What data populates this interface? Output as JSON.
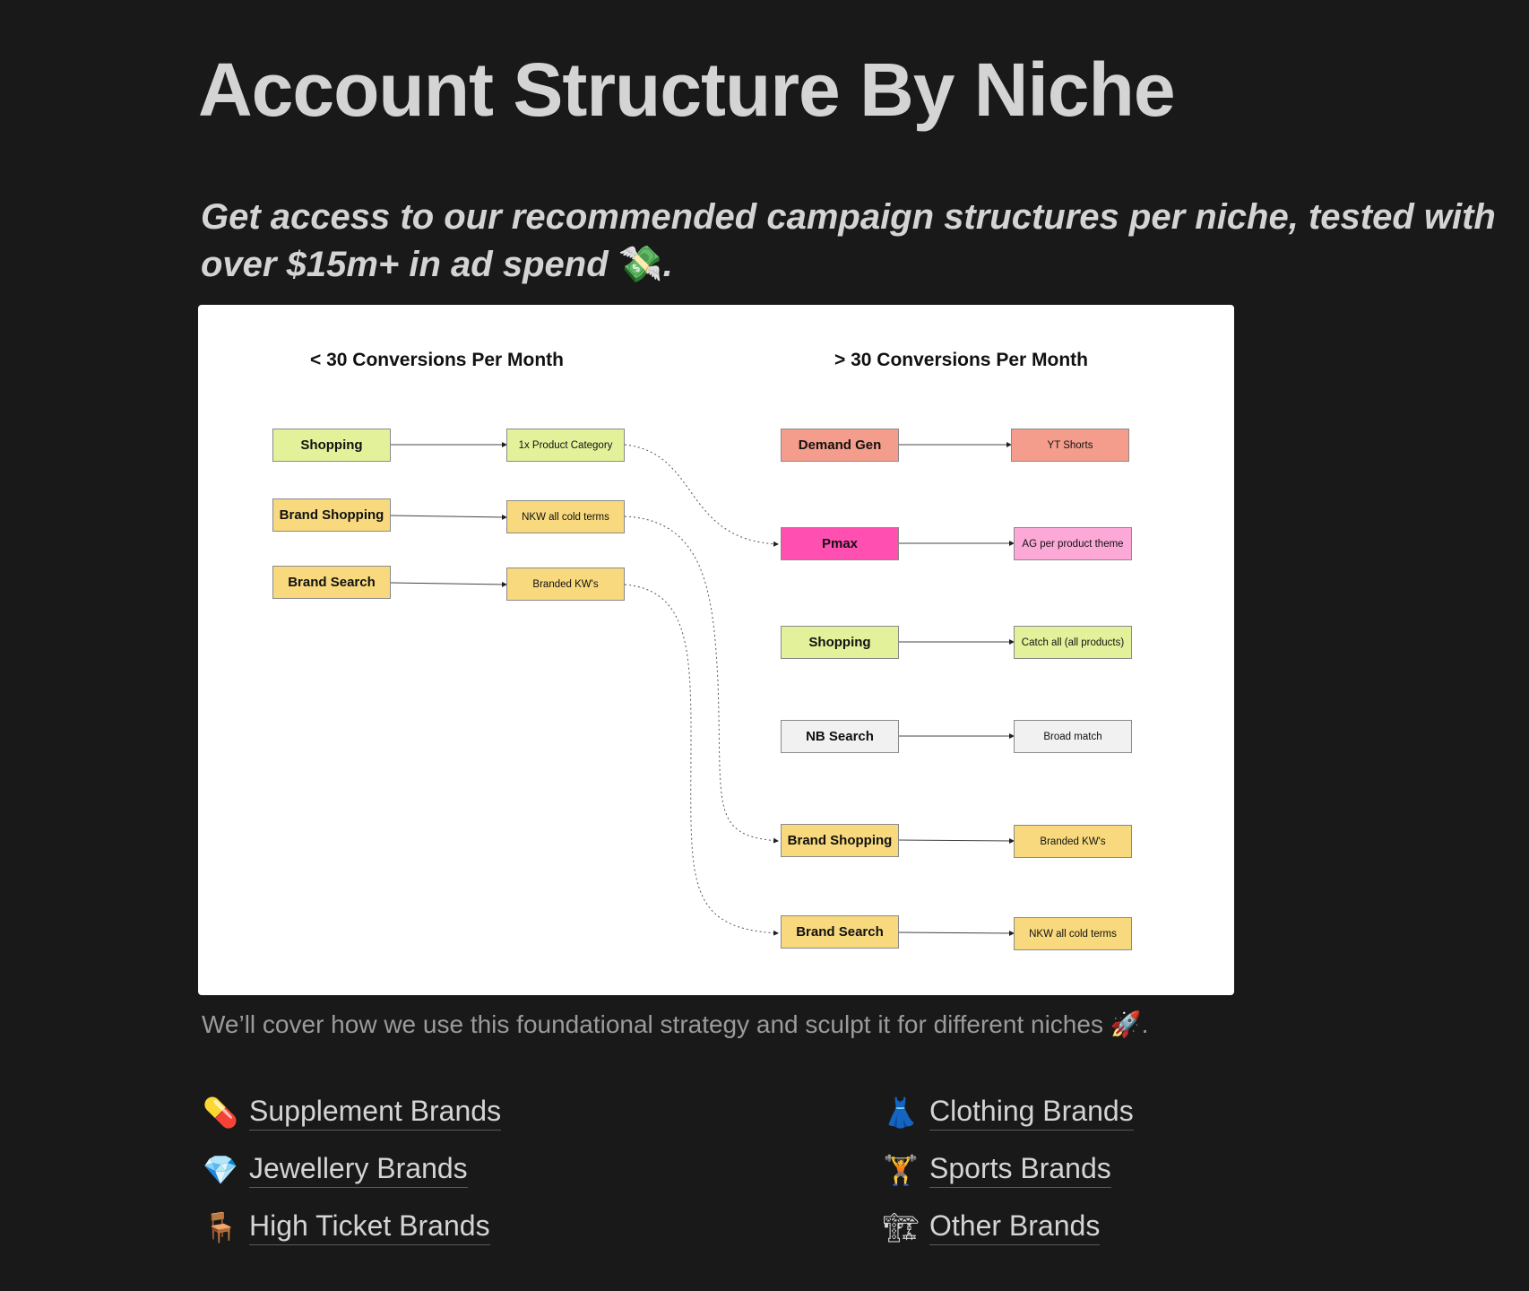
{
  "page": {
    "title": "Account Structure By Niche",
    "subtitle": "Get access to our recommended campaign structures per niche, tested with over $15m+ in ad spend",
    "subtitle_emoji": "💸",
    "subtitle_end": ".",
    "caption": "We’ll cover how we use this foundational strategy and sculpt it for different niches",
    "caption_emoji": "🚀",
    "caption_end": "."
  },
  "diagram": {
    "left_heading": "< 30 Conversions Per Month",
    "right_heading": "> 30 Conversions Per Month",
    "left_rows": [
      {
        "campaign": "Shopping",
        "target": "1x Product Category",
        "color": "#e3f29a"
      },
      {
        "campaign": "Brand Shopping",
        "target": "NKW all cold terms",
        "color": "#f8d97d"
      },
      {
        "campaign": "Brand Search",
        "target": "Branded KW's",
        "color": "#f8d97d"
      }
    ],
    "right_rows": [
      {
        "campaign": "Demand Gen",
        "target": "YT Shorts",
        "color": "#f59d8c"
      },
      {
        "campaign": "Pmax",
        "target": "AG per product theme",
        "color": "#ff4fb0",
        "target_color": "#fca9d8"
      },
      {
        "campaign": "Shopping",
        "target": "Catch all (all products)",
        "color": "#e3f29a"
      },
      {
        "campaign": "NB Search",
        "target": "Broad match",
        "color": "#f1f1f1"
      },
      {
        "campaign": "Brand Shopping",
        "target": "Branded KW's",
        "color": "#f8d97d"
      },
      {
        "campaign": "Brand Search",
        "target": "NKW all cold terms",
        "color": "#f8d97d"
      }
    ]
  },
  "niches": [
    {
      "icon": "💊",
      "label": "Supplement Brands"
    },
    {
      "icon": "👗",
      "label": "Clothing Brands"
    },
    {
      "icon": "💎",
      "label": "Jewellery Brands"
    },
    {
      "icon": "🏋",
      "label": "Sports Brands"
    },
    {
      "icon": "🪑",
      "label": "High Ticket Brands"
    },
    {
      "icon": "🏗",
      "label": "Other Brands"
    }
  ]
}
